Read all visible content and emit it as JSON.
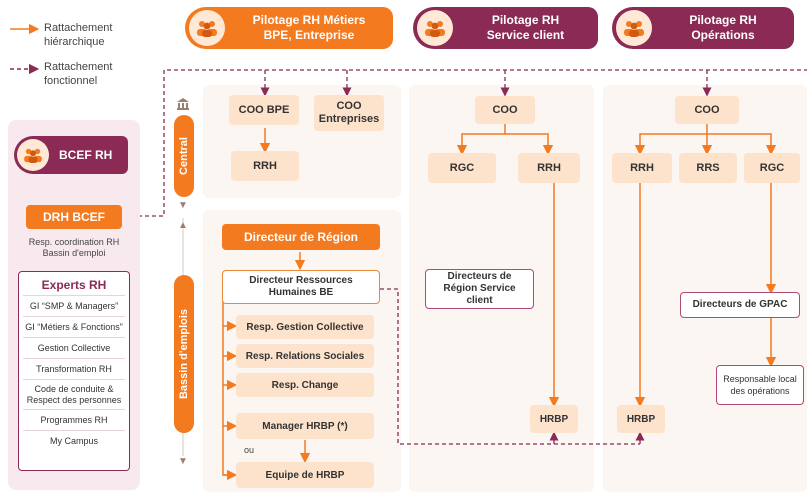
{
  "legend": {
    "hierarchical": "Rattachement hiérarchique",
    "functional": "Rattachement fonctionnel"
  },
  "colors": {
    "orange": "#f47a20",
    "plum": "#8a2a55",
    "light_orange": "#fde3cc",
    "panel_pink": "#f8e9ef"
  },
  "headers": {
    "bpe": "Pilotage RH Métiers BPE, Entreprise",
    "client": "Pilotage RH Service client",
    "ops": "Pilotage RH Opérations"
  },
  "bcef": {
    "title": "BCEF RH",
    "drh": "DRH BCEF",
    "drh_note": "Resp. coordination RH Bassin d'emploi",
    "experts_title": "Experts RH",
    "experts": [
      "GI “SMP & Managers”",
      "GI “Métiers & Fonctions”",
      "Gestion Collective",
      "Transformation RH",
      "Code de conduite & Respect des personnes",
      "Programmes RH",
      "My Campus"
    ]
  },
  "tabs": {
    "central": "Central",
    "bassin": "Bassin d'emplois"
  },
  "bpe": {
    "coo_bpe": "COO BPE",
    "coo_entreprises": "COO Entreprises",
    "rrh": "RRH",
    "dir_region": "Directeur de Région",
    "dir_rh": "Directeur Ressources Humaines BE",
    "resp": [
      "Resp. Gestion Collective",
      "Resp. Relations Sociales",
      "Resp. Change"
    ],
    "manager_hrbp": "Manager HRBP (*)",
    "ou": "ou",
    "equipe": "Equipe de HRBP"
  },
  "client": {
    "coo": "COO",
    "rgc": "RGC",
    "rrh": "RRH",
    "dir_region": "Directeurs de Région Service client",
    "hrbp": "HRBP"
  },
  "ops": {
    "coo": "COO",
    "rrh": "RRH",
    "rrs": "RRS",
    "rgc": "RGC",
    "dir_gpac": "Directeurs de GPAC",
    "resp_local": "Responsable local des opérations",
    "hrbp": "HRBP"
  }
}
